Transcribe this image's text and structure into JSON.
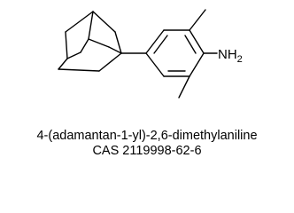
{
  "structure": {
    "amine_label_main": "NH",
    "amine_label_subscript": "2"
  },
  "caption": {
    "compound_name": "4-(adamantan-1-yl)-2,6-dimethylaniline",
    "cas_number": "CAS 2119998-62-6"
  }
}
